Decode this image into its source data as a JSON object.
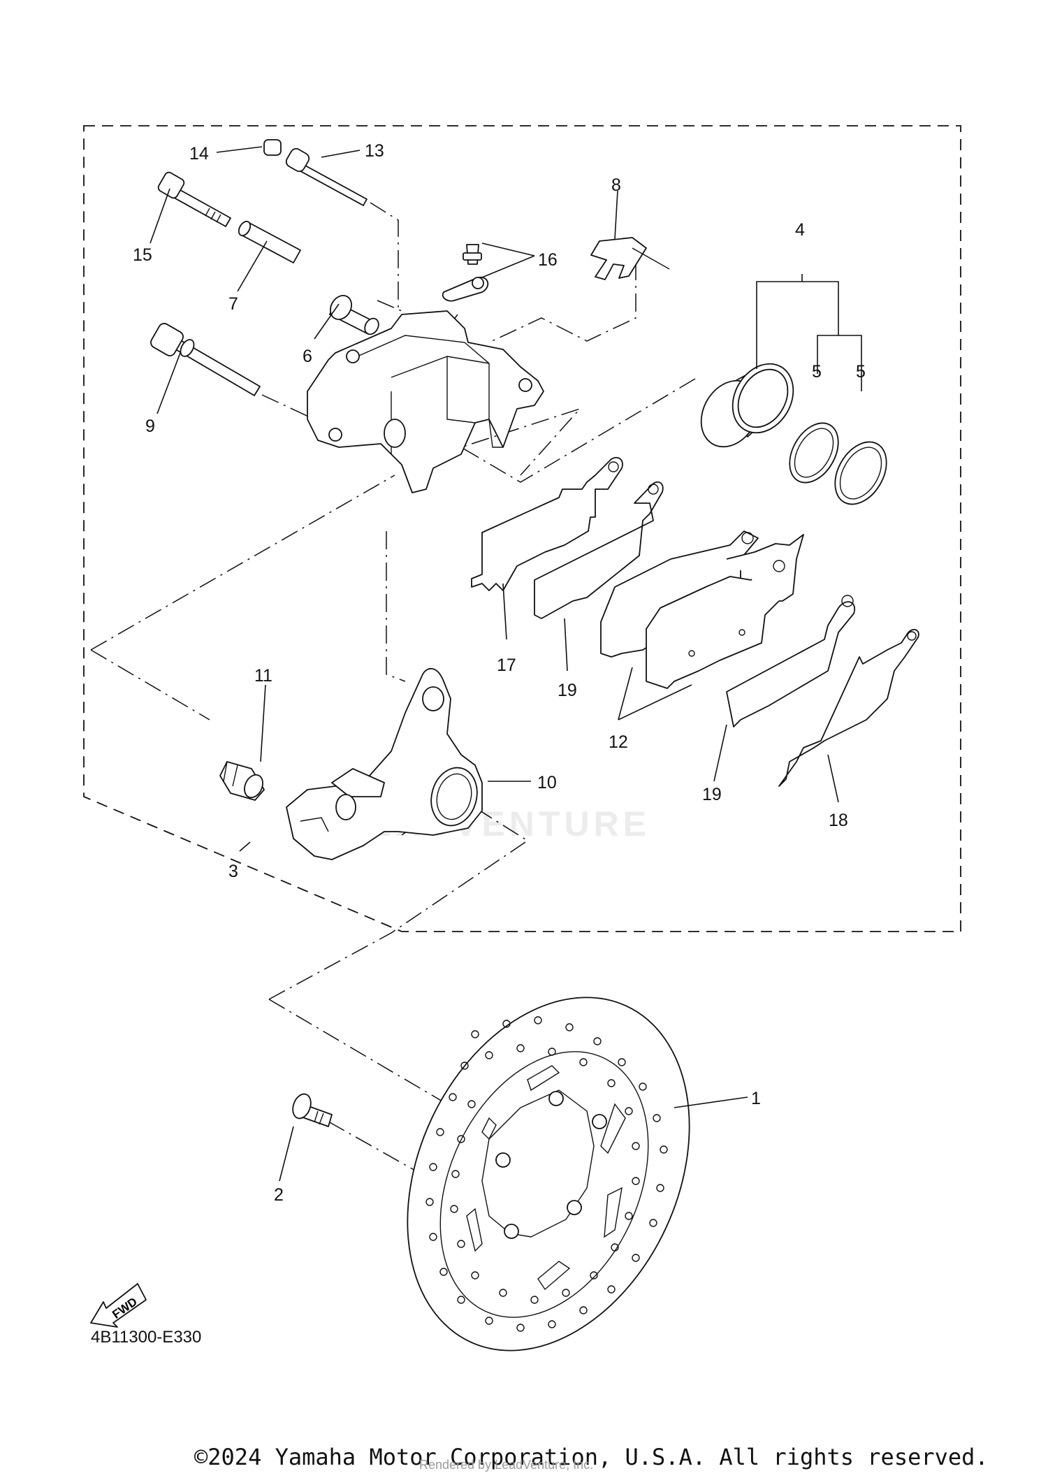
{
  "diagram": {
    "code": "4B11300-E330",
    "fwd_label": "FWD",
    "copyright": "©2024 Yamaha Motor Corporation, U.S.A. All rights reserved.",
    "watermark_rendered": "Rendered by LeadVenture, Inc.",
    "watermark_brand": "LEADVENTURE",
    "callouts": {
      "c1": "1",
      "c2": "2",
      "c3": "3",
      "c4": "4",
      "c5a": "5",
      "c5b": "5",
      "c6": "6",
      "c7": "7",
      "c8": "8",
      "c9": "9",
      "c10": "10",
      "c11": "11",
      "c12": "12",
      "c13": "13",
      "c14": "14",
      "c15": "15",
      "c16": "16",
      "c17": "17",
      "c18": "18",
      "c19a": "19",
      "c19b": "19"
    }
  }
}
